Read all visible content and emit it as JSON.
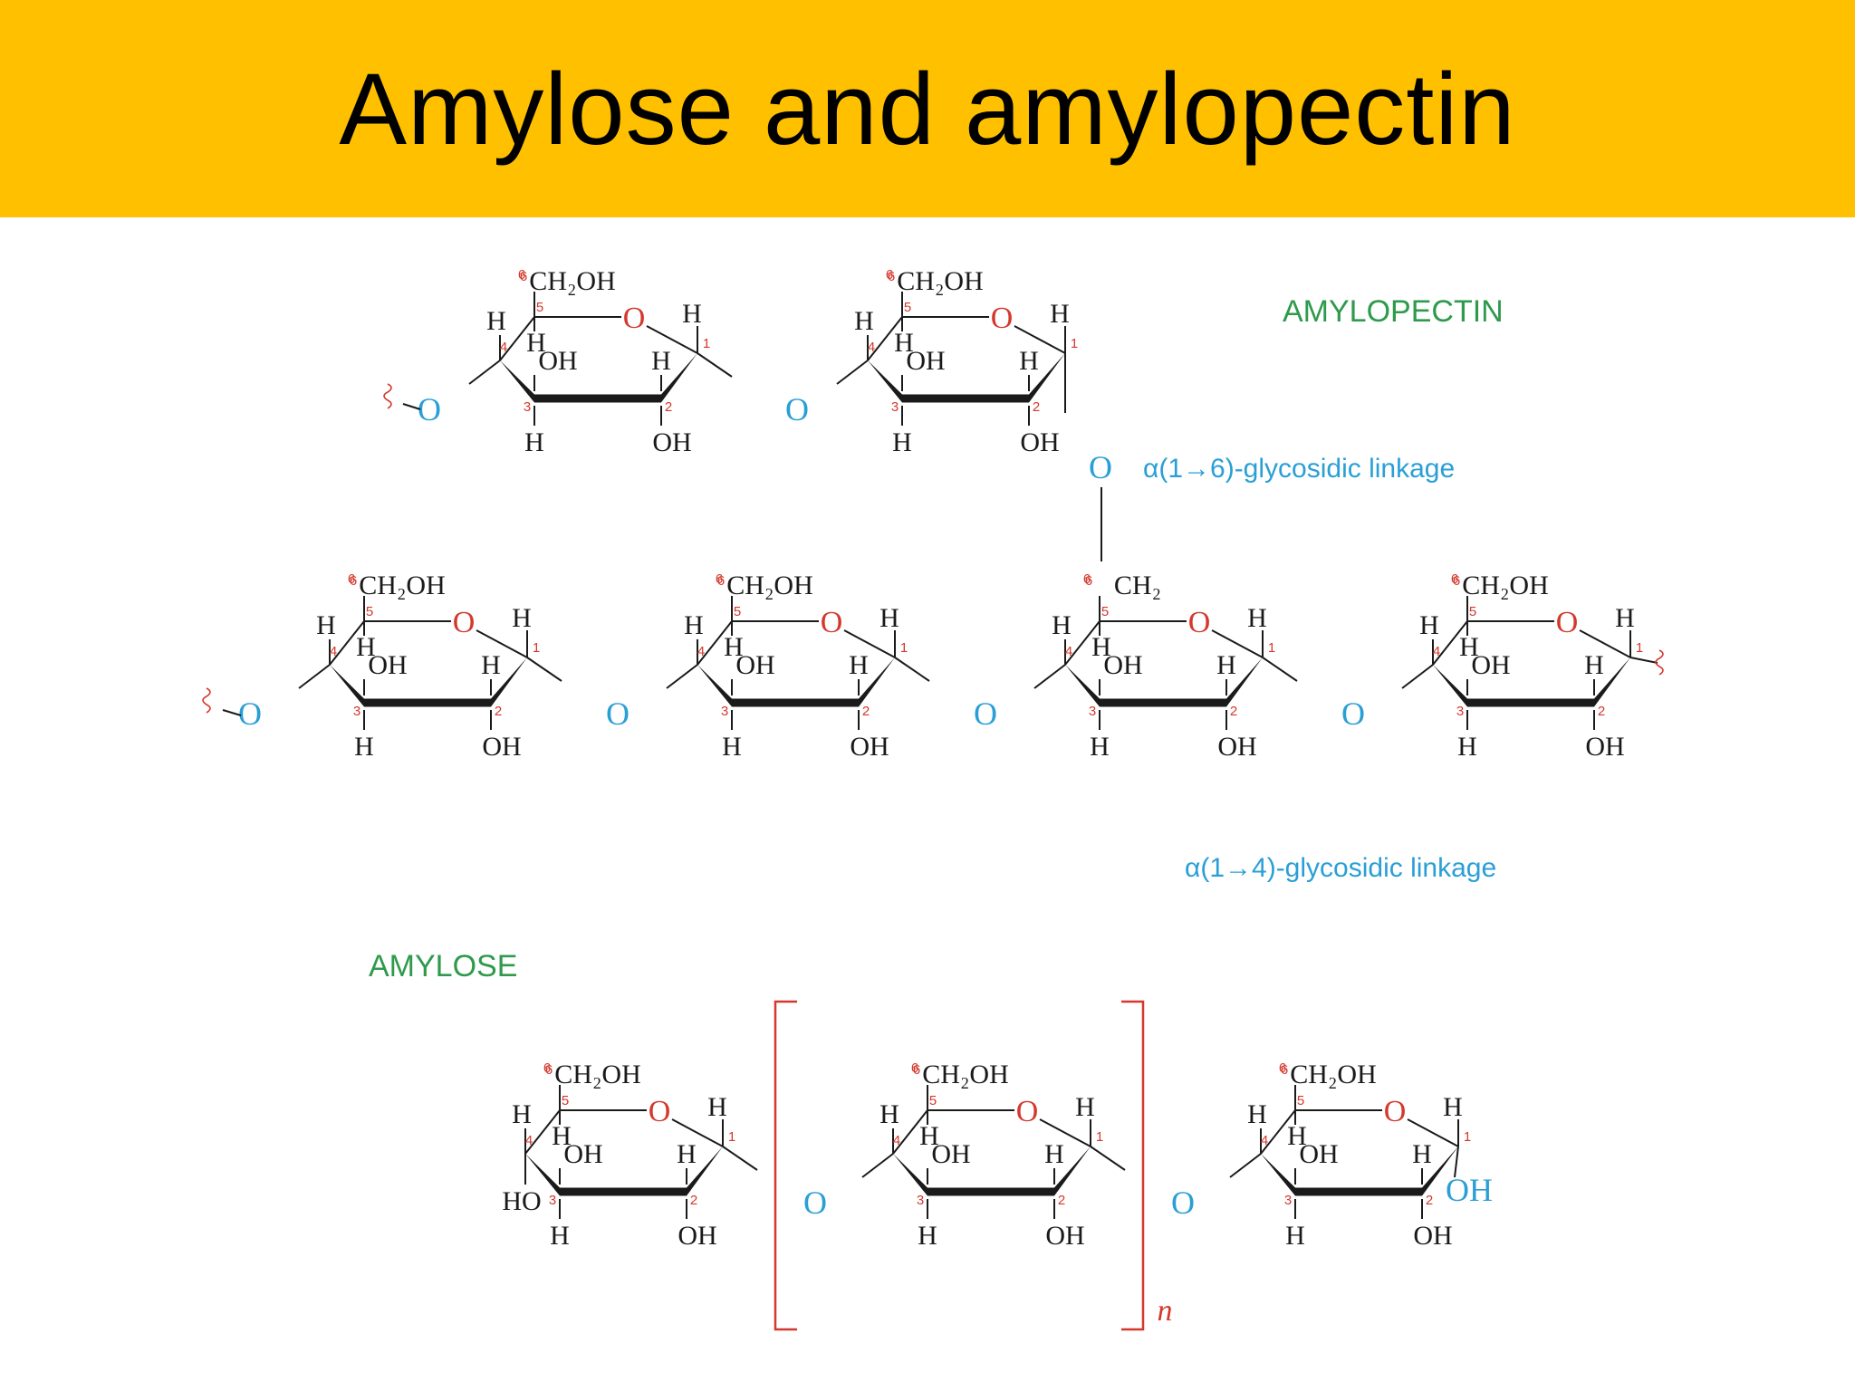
{
  "title": "Amylose and amylopectin",
  "labels": {
    "amylopectin": "AMYLOPECTIN",
    "amylose": "AMYLOSE",
    "alpha16": "α(1→6)-glycosidic linkage",
    "alpha14": "α(1→4)-glycosidic linkage",
    "repeat": "n"
  },
  "atoms": {
    "ch2oh": "CH₂OH",
    "ch2": "CH₂",
    "oh": "OH",
    "ho": "HO",
    "h": "H",
    "o": "O"
  },
  "positions": [
    "1",
    "2",
    "3",
    "4",
    "5",
    "6"
  ],
  "colors": {
    "banner": "#FFC000",
    "ring_oxygen": "#d4382c",
    "link_oxygen": "#2a9fd6",
    "label_green": "#2e9a4c",
    "label_blue": "#2a9fd6"
  }
}
